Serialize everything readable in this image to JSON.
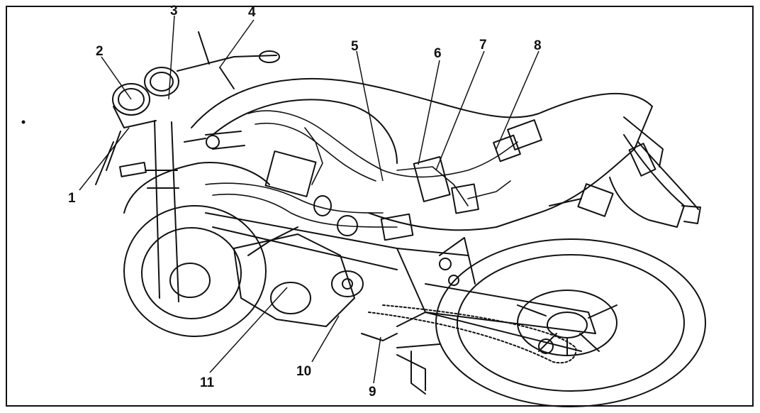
{
  "callouts": {
    "c1": "1",
    "c2": "2",
    "c3": "3",
    "c4": "4",
    "c5": "5",
    "c6": "6",
    "c7": "7",
    "c8": "8",
    "c9": "9",
    "c10": "10",
    "c11": "11"
  },
  "colors": {
    "ink": "#111111",
    "paper": "#ffffff"
  }
}
